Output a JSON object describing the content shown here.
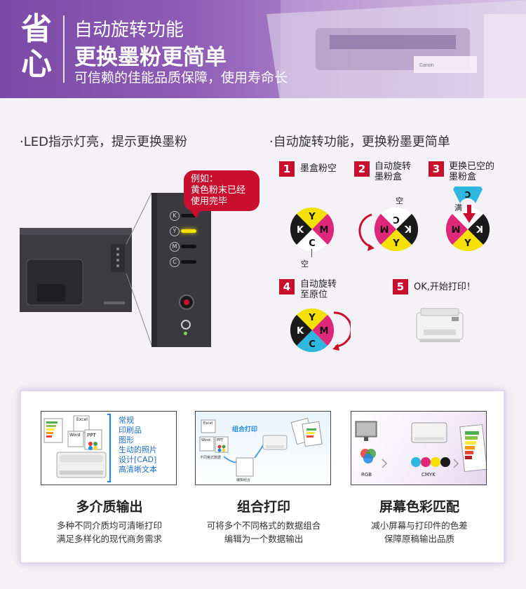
{
  "banner": {
    "big_char_1": "省",
    "big_char_2": "心",
    "line1": "自动旋转功能",
    "line2": "更换墨粉更简单",
    "line3": "可信赖的佳能品质保障，使用寿命长",
    "printer_label": "Canon"
  },
  "led_section": {
    "heading": "·LED指示灯亮，提示更换墨粉",
    "bubble_line1": "例如：",
    "bubble_line2": "黄色粉末已经",
    "bubble_line3": "使用完毕",
    "led_labels": [
      "K",
      "Y",
      "M",
      "C"
    ]
  },
  "rotation_section": {
    "heading": "·自动旋转功能，更换粉墨更简单",
    "steps": [
      {
        "num": "1",
        "text1": "墨盒粉空",
        "text2": ""
      },
      {
        "num": "2",
        "text1": "自动旋转",
        "text2": "墨粉盒"
      },
      {
        "num": "3",
        "text1": "更换已空的",
        "text2": "墨粉盒"
      },
      {
        "num": "4",
        "text1": "自动旋转",
        "text2": "至原位"
      },
      {
        "num": "5",
        "text1": "OK,开始打印！",
        "text2": ""
      }
    ],
    "empty_label": "空",
    "full_label": "满",
    "letters": {
      "y": "Y",
      "m": "M",
      "c": "C",
      "k": "K"
    }
  },
  "features": [
    {
      "title": "多介质输出",
      "desc1": "多种不同介质均可清晰打印",
      "desc2": "满足多样化的现代商务需求"
    },
    {
      "title": "组合打印",
      "desc1": "可将多个不同格式的数据组合",
      "desc2": "编辑为一个数据输出"
    },
    {
      "title": "屏幕色彩匹配",
      "desc1": "减小屏幕与打印件的色差",
      "desc2": "保障原稿输出品质"
    }
  ],
  "thumb1": {
    "excel": "Excel",
    "word": "Word",
    "ppt": "PPT",
    "list": [
      "常规",
      "印刷品",
      "图形",
      "生动的照片",
      "设计[CAD]",
      "高清晰文本"
    ]
  },
  "thumb2": {
    "title": "组合打印",
    "excel": "Excel",
    "word": "Word",
    "ppt": "PPT",
    "caption1": "不同格式数据",
    "caption2": "编辑组合"
  },
  "thumb3": {
    "rgb": "RGB",
    "cmyk": "CMYK"
  },
  "colors": {
    "accent": "#c8102e",
    "yellow": "#f5e000",
    "magenta": "#e0287a",
    "cyan": "#2fb7df",
    "black": "#1a1a1a"
  }
}
